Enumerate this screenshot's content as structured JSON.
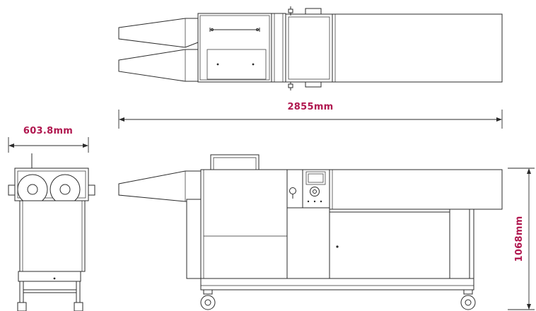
{
  "dimensions": {
    "length": "2855mm",
    "width": "603.8mm",
    "height": "1068mm"
  },
  "colors": {
    "line": "#2b2b2b",
    "label": "#b0174f",
    "background": "#ffffff"
  }
}
